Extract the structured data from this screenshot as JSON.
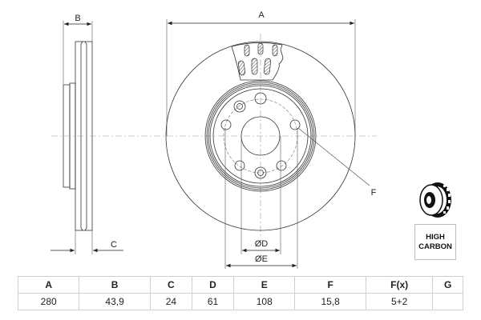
{
  "drawing": {
    "dimension_labels": {
      "A": "A",
      "B": "B",
      "C": "C",
      "D": "ØD",
      "E": "ØE",
      "F": "F"
    },
    "colors": {
      "line": "#333333",
      "center_line": "#999999",
      "table_border": "#cfcfcf"
    }
  },
  "badge": {
    "line1": "HIGH",
    "line2": "CARBON",
    "icon": "brake-disc-icon"
  },
  "spec_table": {
    "headers": [
      "A",
      "B",
      "C",
      "D",
      "E",
      "F",
      "F(x)",
      "G"
    ],
    "values": [
      "280",
      "43,9",
      "24",
      "61",
      "108",
      "15,8",
      "5+2",
      ""
    ]
  }
}
